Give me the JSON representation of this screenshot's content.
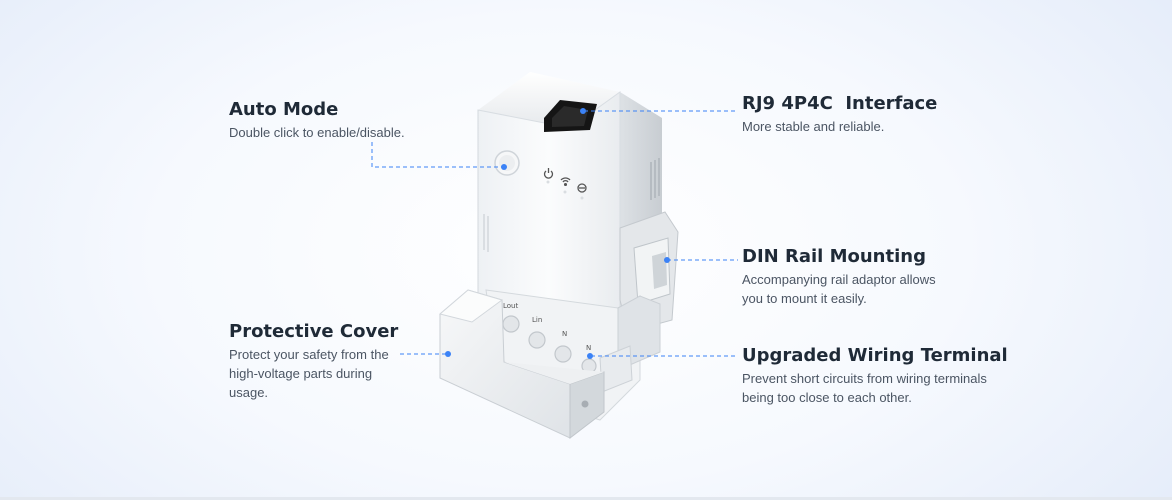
{
  "features": {
    "auto_mode": {
      "title": "Auto Mode",
      "description": "Double click to enable/disable."
    },
    "protective_cover": {
      "title": "Protective Cover",
      "description": "Protect your safety from the high-voltage parts during usage."
    },
    "rj9": {
      "title": "RJ9 4P4C  Interface",
      "description": "More stable and reliable."
    },
    "din_rail": {
      "title": "DIN Rail Mounting",
      "description": "Accompanying rail adaptor allows you to mount it easily."
    },
    "wiring": {
      "title": "Upgraded Wiring Terminal",
      "description": "Prevent short circuits from wiring terminals being too close to each other."
    }
  },
  "device": {
    "terminal_labels": [
      "Lout",
      "Lin",
      "N",
      "N"
    ]
  },
  "colors": {
    "accent": "#3b82f6",
    "title_text": "#1f2a37",
    "body_text": "#4b5563"
  },
  "icons": [
    "power-indicator-icon",
    "wifi-indicator-icon",
    "link-indicator-icon"
  ]
}
